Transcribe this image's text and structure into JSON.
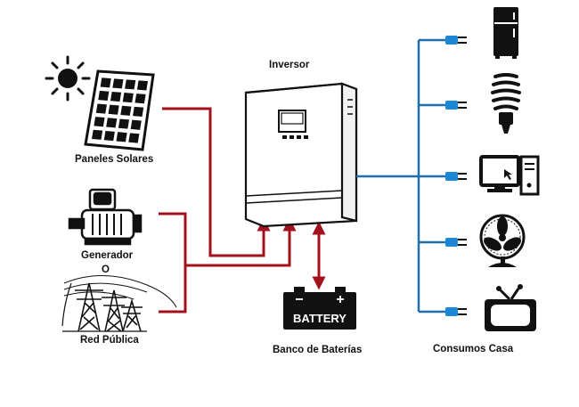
{
  "labels": {
    "inverter": "Inversor",
    "solar": "Paneles Solares",
    "generator": "Generador",
    "or": "O",
    "grid": "Red Pública",
    "battery_bank": "Banco de Baterías",
    "loads": "Consumos Casa"
  },
  "battery_text": "BATTERY",
  "colors": {
    "input_line": "#a3121c",
    "output_line": "#1f6fab",
    "plug": "#1c86d4",
    "device_stroke": "#111111"
  },
  "devices": [
    {
      "name": "fridge-icon"
    },
    {
      "name": "lightbulb-icon"
    },
    {
      "name": "computer-icon"
    },
    {
      "name": "fan-icon"
    },
    {
      "name": "tv-icon"
    }
  ]
}
